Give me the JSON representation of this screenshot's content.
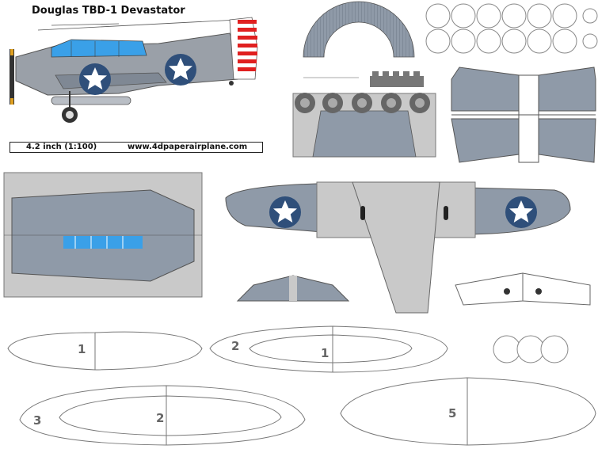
{
  "sheet": {
    "title": "Douglas TBD-1 Devastator",
    "scale_label": "4.2 inch (1:100)",
    "website": "www.4dpaperairplane.com",
    "colors": {
      "fuselage_gray": "#9aa0a8",
      "wing_blue_gray": "#6f7f93",
      "canopy_blue": "#3aa0e8",
      "roundel_blue": "#2f4f7a",
      "rudder_red": "#e02020",
      "panel_gray": "#c8c8c8",
      "outline": "#555555"
    },
    "icons": [
      "star-roundel-icon",
      "propeller-icon",
      "wheel-icon"
    ],
    "part_numbers": {
      "part_1_left": "1",
      "part_1_right": "1",
      "part_2_right": "2",
      "part_2_bottom": "2",
      "part_3": "3",
      "part_5": "5"
    }
  }
}
